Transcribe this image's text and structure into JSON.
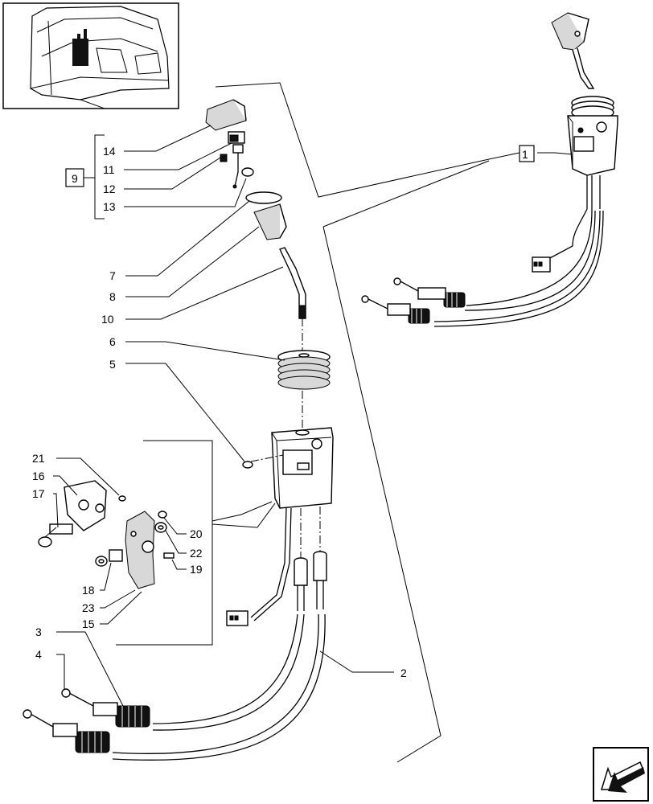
{
  "callouts": {
    "c1": "1",
    "c2": "2",
    "c3": "3",
    "c4": "4",
    "c5": "5",
    "c6": "6",
    "c7": "7",
    "c8": "8",
    "c9": "9",
    "c10": "10",
    "c11": "11",
    "c12": "12",
    "c13": "13",
    "c14": "14",
    "c15": "15",
    "c16": "16",
    "c17": "17",
    "c18": "18",
    "c19": "19",
    "c20": "20",
    "c21": "21",
    "c22": "22",
    "c23": "23"
  },
  "icons": {
    "thumbnail": "tractor-cab-location-thumbnail",
    "nav": "next-page-arrow-icon"
  }
}
